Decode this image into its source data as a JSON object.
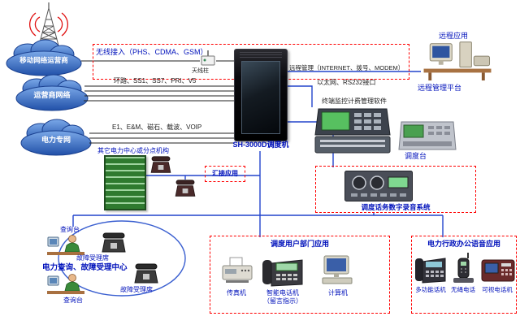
{
  "colors": {
    "label_blue": "#0011bb",
    "line_blue": "#2244cc",
    "line_black": "#222222",
    "dashed_red": "#ff0000",
    "cloud_blue": "#2050a8",
    "pbx_green": "#2f7a2f"
  },
  "clouds": [
    {
      "label": "移动网络运营商"
    },
    {
      "label": "运营商网络"
    },
    {
      "label": "电力专网"
    }
  ],
  "center": {
    "switch_name": "SH-3000D调度机",
    "wireless_access": "无线接入（PHS、CDMA、GSM）",
    "antenna_pole": "天线柱",
    "trunk_lines": "环路、SS1、SS7、PRI、V5",
    "power_lines": "E1、E&M、磁石、载波、VOIP"
  },
  "right": {
    "remote_mgmt": "远程管理（INTERNET、拨号、MODEM）",
    "remote_app": "远程应用",
    "remote_platform": "远程管理平台",
    "ethernet": "以太网、RS232接口",
    "terminal_software": "终端监控计费管理软件",
    "dispatch_console": "调度台",
    "recording_system": "调度话务数字录音系统"
  },
  "left": {
    "other_centers": "其它电力中心或分点机构",
    "tandem_app": "汇接应用",
    "query_desk_1": "查询台",
    "fault_desk_1": "故障受理席",
    "query_desk_2": "查询台",
    "fault_desk_2": "故障受理席",
    "query_center": "电力查询、故障受理中心"
  },
  "dept": {
    "title": "调度用户部门应用",
    "fax": "传真机",
    "smart_phone": "智能电话机",
    "smart_phone_note": "（留言指示）",
    "computer": "计算机"
  },
  "admin": {
    "title": "电力行政办公语音应用",
    "multi_phone": "多功能话机",
    "cordless_phone": "无绳电话",
    "video_phone": "可视电话机"
  }
}
